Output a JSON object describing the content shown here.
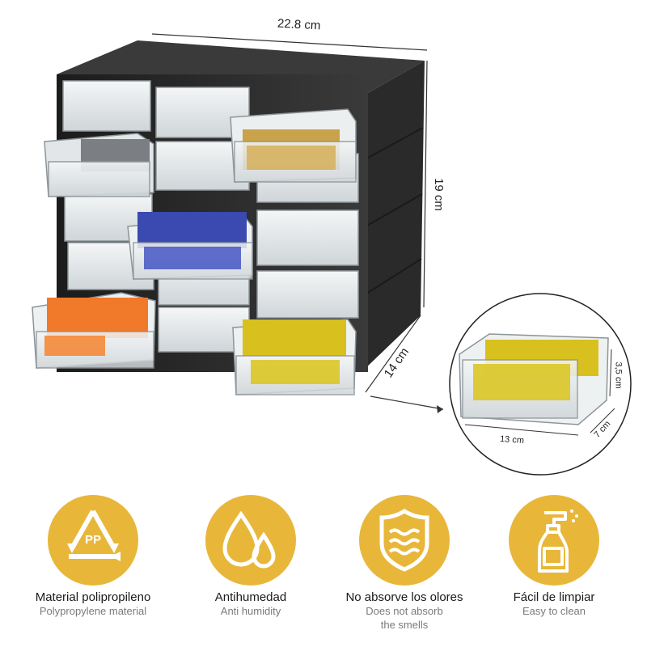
{
  "dimensions": {
    "width": "22.8 cm",
    "height": "19 cm",
    "depth": "14 cm",
    "drawer_height": "3,5 cm",
    "drawer_width": "13 cm",
    "drawer_depth": "7 cm"
  },
  "features": [
    {
      "title": "Material  polipropileno",
      "subtitle": "Polypropylene material",
      "icon": "recycle-pp-icon",
      "badge": "PP"
    },
    {
      "title": "Antihumedad",
      "subtitle": "Anti humidity",
      "icon": "water-drops-icon"
    },
    {
      "title": "No absorve los olores",
      "subtitle": "Does not absorb",
      "subtitle2": "the smells",
      "icon": "odor-shield-icon"
    },
    {
      "title": "Fácil de limpiar",
      "subtitle": "Easy to clean",
      "icon": "spray-bottle-icon"
    }
  ],
  "colors": {
    "accent": "#E8B73A",
    "cabinet": "#2b2b2b"
  }
}
